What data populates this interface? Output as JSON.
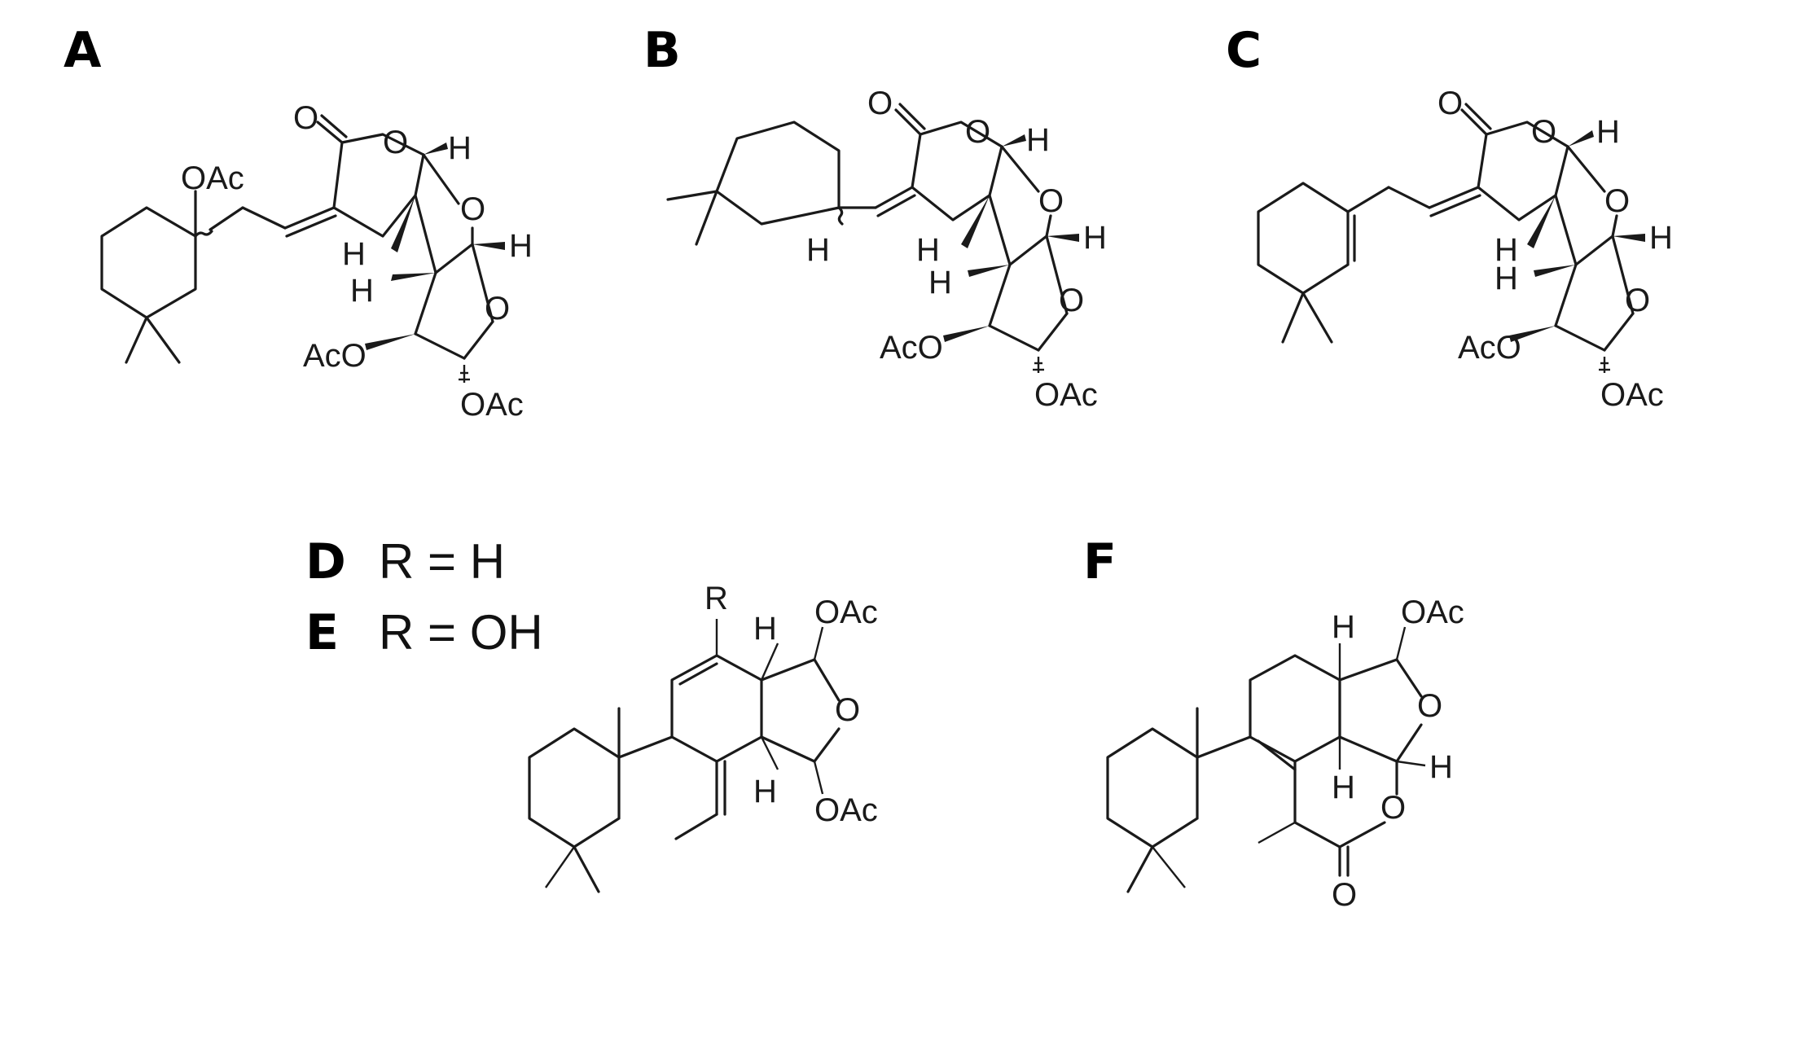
{
  "panels": [
    {
      "id": "A",
      "label": "A"
    },
    {
      "id": "B",
      "label": "B"
    },
    {
      "id": "C",
      "label": "C"
    },
    {
      "id": "D",
      "label": "D",
      "rdef": "R = H"
    },
    {
      "id": "E",
      "label": "E",
      "rdef": "R = OH"
    },
    {
      "id": "F",
      "label": "F"
    }
  ],
  "atoms": {
    "O": "O",
    "H": "H",
    "OAc": "OAc",
    "AcO": "AcO",
    "R": "R"
  }
}
